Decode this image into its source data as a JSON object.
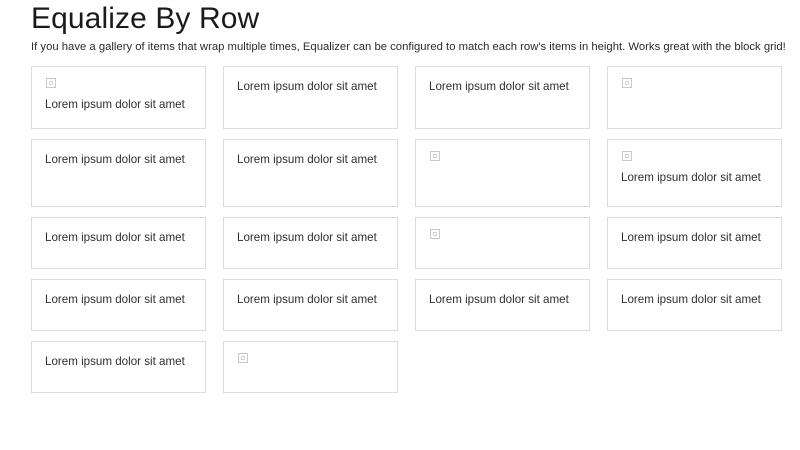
{
  "header": {
    "title": "Equalize By Row",
    "intro": "If you have a gallery of items that wrap multiple times, Equalizer can be configured to match each row's items in height. Works great with the block grid!"
  },
  "colors": {
    "page_background": "#ffffff",
    "card_background": "#ffffff",
    "card_border": "#dcdcdc",
    "title_text": "#1a1a1a",
    "body_text": "#2e2e2e",
    "placeholder_border": "#c9c9c9"
  },
  "grid": {
    "columns": 4,
    "icon_name": "broken-image-placeholder-icon",
    "rows": [
      {
        "row_label": "row-1",
        "cards": [
          {
            "has_media": true,
            "text": "Lorem ipsum dolor sit amet"
          },
          {
            "has_media": false,
            "text": "Lorem ipsum dolor sit amet"
          },
          {
            "has_media": false,
            "text": "Lorem ipsum dolor sit amet"
          },
          {
            "has_media": true,
            "text": ""
          }
        ]
      },
      {
        "row_label": "row-2",
        "cards": [
          {
            "has_media": false,
            "text": "Lorem ipsum dolor sit amet"
          },
          {
            "has_media": false,
            "text": "Lorem ipsum dolor sit amet"
          },
          {
            "has_media": true,
            "text": ""
          },
          {
            "has_media": true,
            "text": "Lorem ipsum dolor sit amet"
          }
        ]
      },
      {
        "row_label": "row-3",
        "cards": [
          {
            "has_media": false,
            "text": "Lorem ipsum dolor sit amet"
          },
          {
            "has_media": false,
            "text": "Lorem ipsum dolor sit amet"
          },
          {
            "has_media": true,
            "text": ""
          },
          {
            "has_media": false,
            "text": "Lorem ipsum dolor sit amet"
          }
        ]
      },
      {
        "row_label": "row-4",
        "cards": [
          {
            "has_media": false,
            "text": "Lorem ipsum dolor sit amet"
          },
          {
            "has_media": false,
            "text": "Lorem ipsum dolor sit amet"
          },
          {
            "has_media": false,
            "text": "Lorem ipsum dolor sit amet"
          },
          {
            "has_media": false,
            "text": "Lorem ipsum dolor sit amet"
          }
        ]
      },
      {
        "row_label": "row-5",
        "cards": [
          {
            "has_media": false,
            "text": "Lorem ipsum dolor sit amet"
          },
          {
            "has_media": true,
            "text": ""
          }
        ]
      }
    ]
  }
}
